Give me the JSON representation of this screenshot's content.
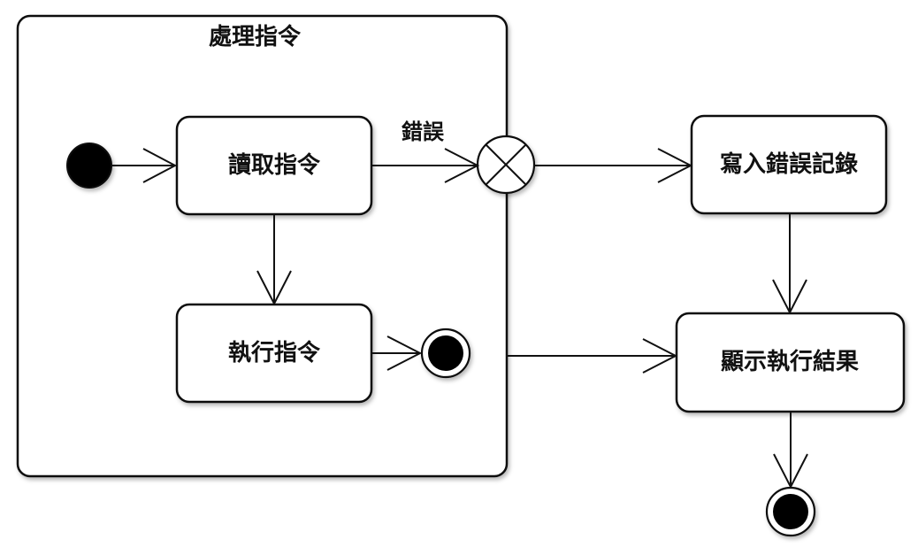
{
  "diagram": {
    "composite_state": {
      "title": "處理指令"
    },
    "nodes": {
      "read": "讀取指令",
      "execute": "執行指令",
      "write_error": "寫入錯誤記錄",
      "show_result": "顯示執行結果"
    },
    "edges": {
      "error_label": "錯誤"
    }
  },
  "colors": {
    "stroke": "#111111",
    "fill": "#ffffff",
    "final_fill": "#000000"
  }
}
